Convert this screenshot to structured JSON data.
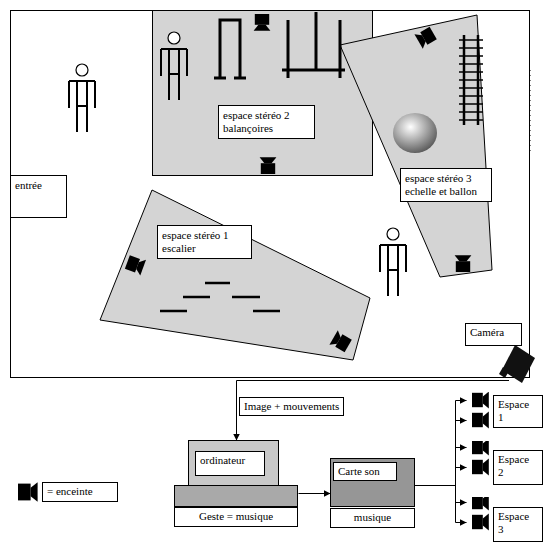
{
  "diagram": {
    "nodes": [
      {
        "text": [
          "espace stéréo 2 balançoires"
        ]
      },
      {
        "text": [
          "entrée"
        ]
      },
      {
        "text": [
          "espace stéréo 3 echelle et ballon"
        ]
      },
      {
        "text": [
          "espace stéréo 1 escalier"
        ]
      },
      {
        "text": [
          "Caméra"
        ]
      },
      {
        "text": [
          "ordinateur",
          "Geste = musique"
        ]
      },
      {
        "text": [
          "Carte son",
          "musique"
        ]
      },
      {
        "text": [
          "Espace 1"
        ]
      },
      {
        "text": [
          "Espace 2"
        ]
      },
      {
        "text": [
          "Espace 3"
        ]
      }
    ],
    "edges": [
      {
        "from": 4,
        "to": 5,
        "arrow": "to",
        "label": "Image + mouvements"
      },
      {
        "from": 5,
        "to": 6,
        "arrow": "to"
      },
      {
        "from": 6,
        "to": 7,
        "arrow": "to"
      },
      {
        "from": 6,
        "to": 8,
        "arrow": "to"
      },
      {
        "from": 6,
        "to": 9,
        "arrow": "to"
      }
    ],
    "legend": [
      {
        "text": "= enceinte"
      }
    ]
  }
}
